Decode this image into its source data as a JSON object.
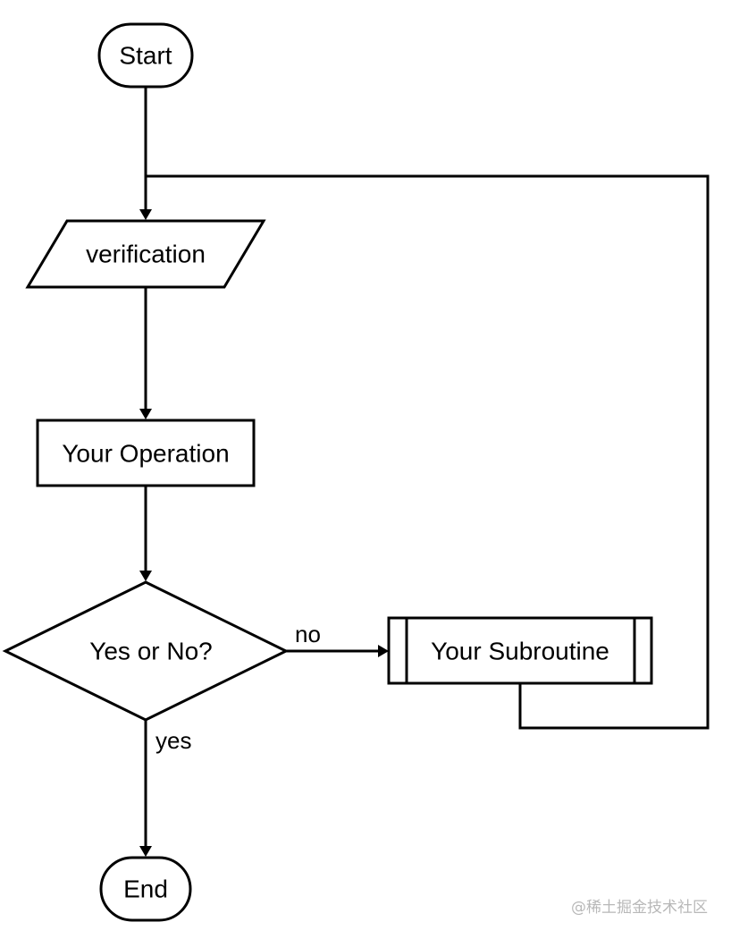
{
  "nodes": {
    "start": "Start",
    "verification": "verification",
    "operation": "Your Operation",
    "decision": "Yes or No?",
    "subroutine": "Your Subroutine",
    "end": "End"
  },
  "edge_labels": {
    "no": "no",
    "yes": "yes"
  },
  "watermark": "@稀土掘金技术社区",
  "colors": {
    "stroke": "#000000",
    "background": "#ffffff",
    "watermark": "#b8b8b8"
  }
}
